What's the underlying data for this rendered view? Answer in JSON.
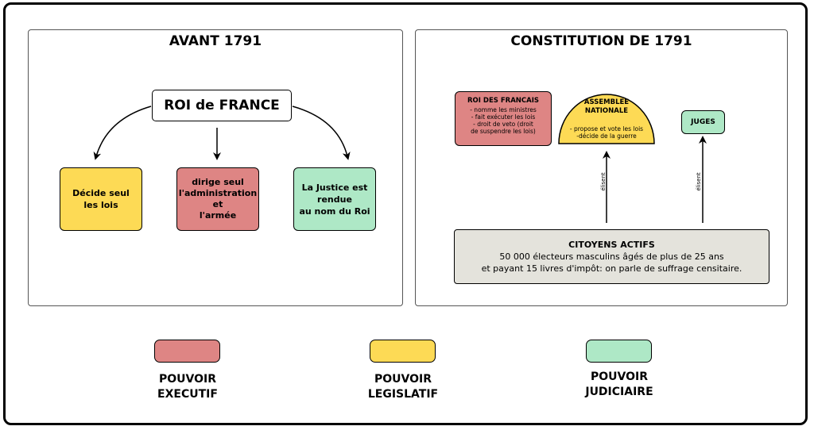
{
  "left_panel": {
    "title": "AVANT 1791",
    "king": "ROI de FRANCE",
    "boxes": [
      {
        "text": "Décide seul\nles lois"
      },
      {
        "text": "dirige seul\nl'administration\net\nl'armée"
      },
      {
        "text": "La Justice est\nrendue\nau nom du Roi"
      }
    ]
  },
  "right_panel": {
    "title": "CONSTITUTION DE 1791",
    "roi": {
      "title": "ROI DES FRANCAIS",
      "lines": [
        "- nomme les ministres",
        "- fait exécuter les lois",
        "- droit de veto (droit",
        "de suspendre les lois)"
      ]
    },
    "assemblee": {
      "title": "ASSEMBLEE\nNATIONALE",
      "lines": [
        "- propose et vote les lois",
        "-décide de la guerre"
      ]
    },
    "juges": {
      "title": "JUGES"
    },
    "arrow_label": "élisent",
    "citoyens": {
      "title": "CITOYENS ACTIFS",
      "line1": "50 000 électeurs masculins âgés de plus de 25 ans",
      "line2": "et payant 15 livres d'impôt: on parle de suffrage censitaire."
    }
  },
  "legend": [
    {
      "label": "POUVOIR\nEXECUTIF",
      "color": "#de8584"
    },
    {
      "label": "POUVOIR\nLEGISLATIF",
      "color": "#fdda55"
    },
    {
      "label": "POUVOIR\nJUDICIAIRE",
      "color": "#aee8c6"
    }
  ]
}
